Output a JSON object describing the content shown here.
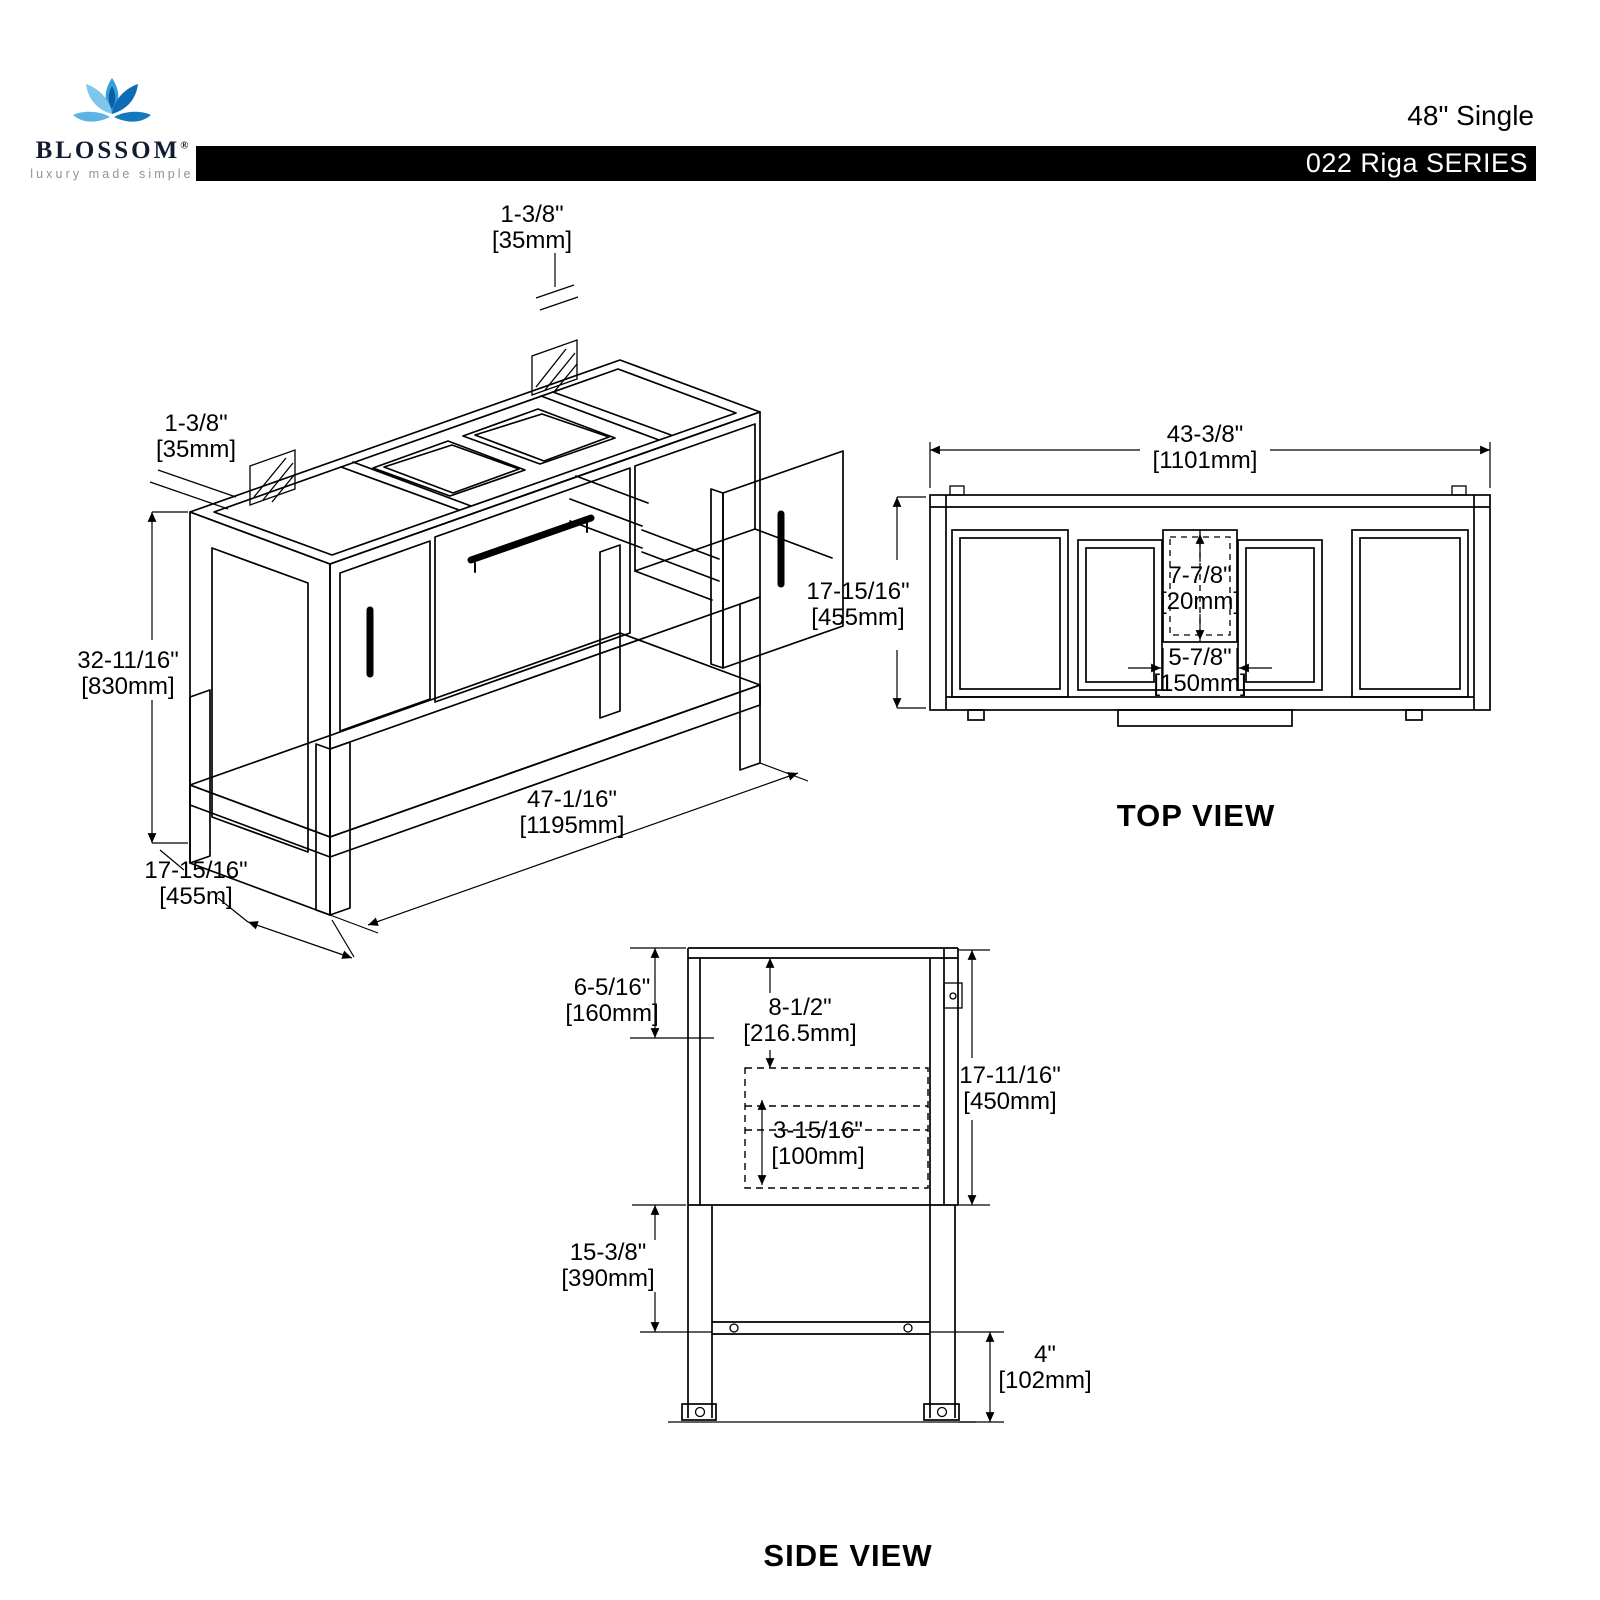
{
  "colors": {
    "line": "#000000",
    "series_bar": "#000000",
    "brand_blue": "#2e8fd3",
    "tagline_gray": "#8f9296"
  },
  "icons": {
    "logo": "blossom-flower-icon"
  },
  "header": {
    "product_size": "48\" Single",
    "series": "022 Riga SERIES",
    "logo": {
      "brand": "BLOSSOM",
      "registered": "®",
      "tagline": "luxury made simple"
    }
  },
  "views": {
    "iso": {
      "dims": {
        "top_thickness": {
          "in": "1-3/8\"",
          "mm": "[35mm]"
        },
        "side_thickness": {
          "in": "1-3/8\"",
          "mm": "[35mm]"
        },
        "height": {
          "in": "32-11/16\"",
          "mm": "[830mm]"
        },
        "width": {
          "in": "47-1/16\"",
          "mm": "[1195mm]"
        },
        "depth": {
          "in": "17-15/16\"",
          "mm": "[455m]"
        }
      }
    },
    "top": {
      "title": "TOP VIEW",
      "dims": {
        "width": {
          "in": "43-3/8\"",
          "mm": "[1101mm]"
        },
        "depth": {
          "in": "17-15/16\"",
          "mm": "[455mm]"
        },
        "center_depth": {
          "in": "7-7/8\"",
          "mm": "[20mm]"
        },
        "center_width": {
          "in": "5-7/8\"",
          "mm": "[150mm]"
        }
      }
    },
    "side": {
      "title": "SIDE VIEW",
      "dims": {
        "top_offset": {
          "in": "6-5/16\"",
          "mm": "[160mm]"
        },
        "drawer_depth": {
          "in": "8-1/2\"",
          "mm": "[216.5mm]"
        },
        "cabinet_depth": {
          "in": "17-11/16\"",
          "mm": "[450mm]"
        },
        "drawer_height": {
          "in": "3-15/16\"",
          "mm": "[100mm]"
        },
        "shelf_height": {
          "in": "15-3/8\"",
          "mm": "[390mm]"
        },
        "leg_height": {
          "in": "4\"",
          "mm": "[102mm]"
        }
      }
    }
  }
}
